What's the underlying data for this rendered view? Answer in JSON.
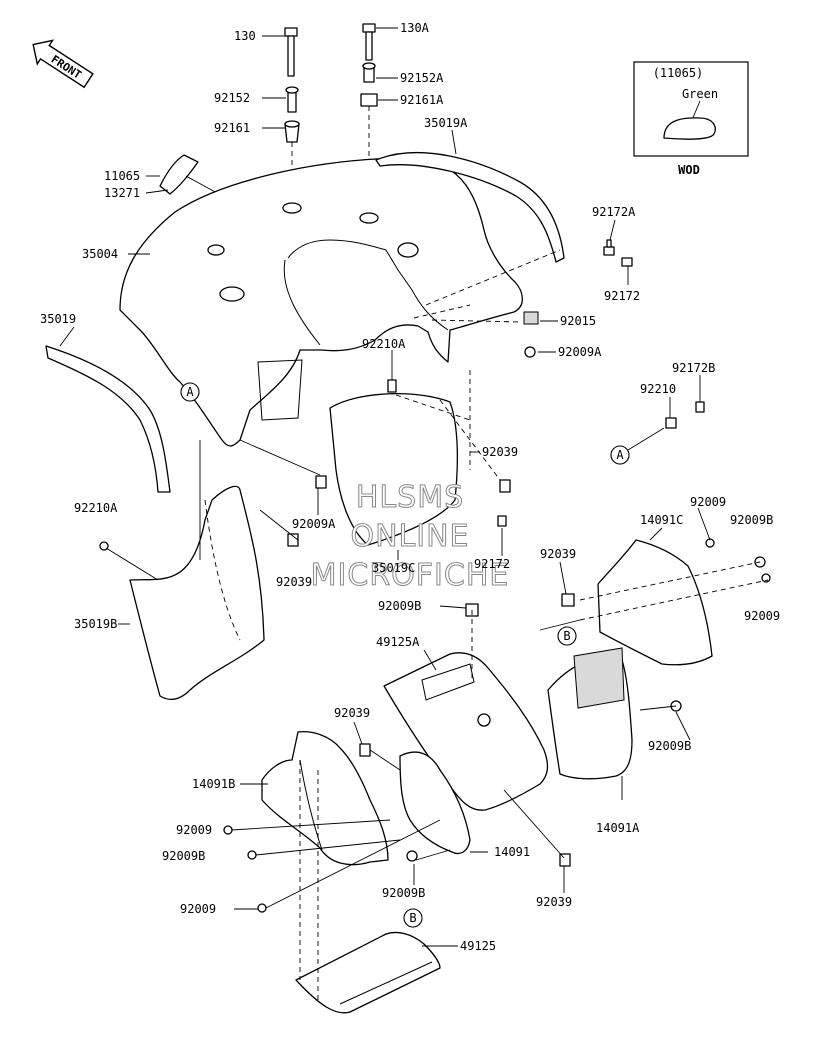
{
  "orientation": {
    "front_label": "FRONT"
  },
  "note_box": {
    "code": "(11065)",
    "color": "Green",
    "footnote": "WOD"
  },
  "watermark": [
    "HLSMS",
    "ONLINE",
    "MICROFICHE"
  ],
  "callouts": {
    "A": "A",
    "B": "B"
  },
  "labels": {
    "l130": "130",
    "l130A": "130A",
    "l92152": "92152",
    "l92152A": "92152A",
    "l92161": "92161",
    "l92161A": "92161A",
    "l35019A": "35019A",
    "l11065": "11065",
    "l13271": "13271",
    "l35004": "35004",
    "l92172A": "92172A",
    "l92172_top": "92172",
    "l92015": "92015",
    "l35019": "35019",
    "l92009A_right": "92009A",
    "l92210A_center": "92210A",
    "l92172B": "92172B",
    "l92210": "92210",
    "l92039_center": "92039",
    "l92210A_left": "92210A",
    "l92009A_center": "92009A",
    "l92039_left": "92039",
    "l35019C": "35019C",
    "l92172_center": "92172",
    "l92009_r1": "92009",
    "l14091C": "14091C",
    "l92009B_r1": "92009B",
    "l92039_right": "92039",
    "l92009_r2": "92009",
    "l92009B_mid": "92009B",
    "l35019B": "35019B",
    "l49125A": "49125A",
    "l92009B_r2": "92009B",
    "l92039_lower": "92039",
    "l14091B": "14091B",
    "l92009_l1": "92009",
    "l92009B_l1": "92009B",
    "l14091": "14091",
    "l14091A": "14091A",
    "l92009B_bottom": "92009B",
    "l92039_bottom": "92039",
    "l92009_l2": "92009",
    "l49125": "49125"
  }
}
